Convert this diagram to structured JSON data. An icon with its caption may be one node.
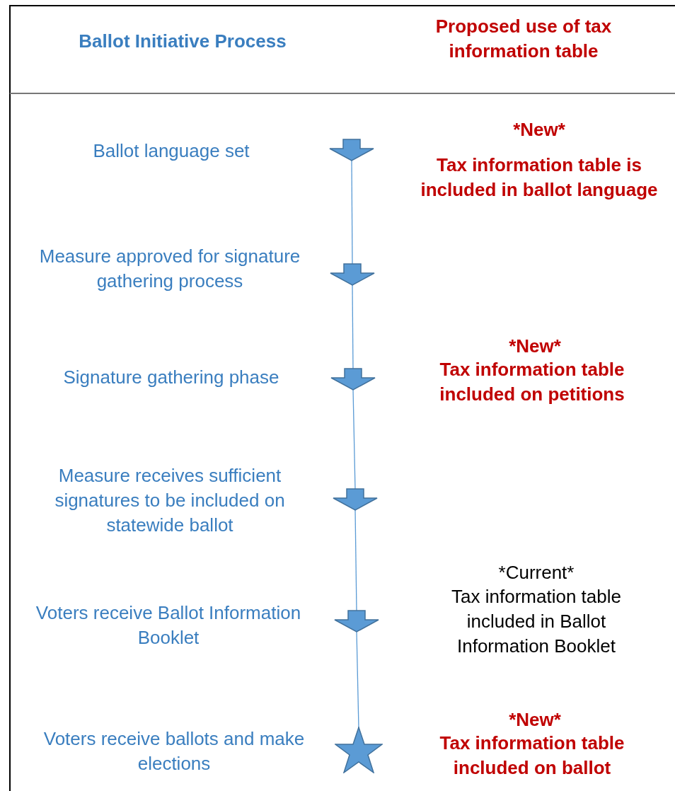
{
  "diagram": {
    "nodes": [
      {
        "text": [],
        "shape": "arrow"
      },
      {
        "text": [],
        "shape": "arrow"
      },
      {
        "text": [],
        "shape": "arrow"
      },
      {
        "text": [],
        "shape": "arrow"
      },
      {
        "text": [],
        "shape": "arrow"
      },
      {
        "text": [],
        "shape": "star"
      }
    ],
    "edges": [
      {
        "from": 0,
        "to": 1,
        "arrow": "none"
      },
      {
        "from": 1,
        "to": 2,
        "arrow": "none"
      },
      {
        "from": 2,
        "to": 3,
        "arrow": "none"
      },
      {
        "from": 3,
        "to": 4,
        "arrow": "none"
      },
      {
        "from": 4,
        "to": 5,
        "arrow": "none"
      }
    ],
    "labels": [
      "Ballot Initiative Process",
      "Proposed use of tax information table",
      "Ballot language set",
      "*New*",
      "Tax information table is included in ballot language",
      "Measure approved for signature gathering process",
      "Signature gathering phase",
      "*New*",
      "Tax information table included on petitions",
      "Measure receives sufficient signatures to be included on statewide ballot",
      "Voters receive Ballot Information Booklet",
      "*Current*",
      "Tax information table included in Ballot Information Booklet",
      "Voters receive ballots and make elections",
      "*New*",
      "Tax information table included on ballot"
    ]
  }
}
